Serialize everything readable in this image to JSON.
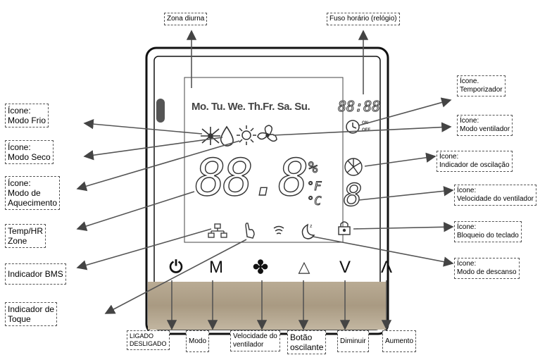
{
  "display": {
    "days": "Mo. Tu. We. Th.Fr. Sa. Su.",
    "clock": "88:88",
    "temp_digits": "88.8",
    "percent": "%",
    "fahrenheit": "°F",
    "celsius": "°C",
    "speed_digit": "8"
  },
  "buttons": {
    "power": "⏻",
    "mode": "M",
    "fan": "✤",
    "swing": "△",
    "down": "V",
    "up": "Λ"
  },
  "labels": {
    "zona_diurna": "Zona diurna",
    "fuso_horario": "Fuso horário (relógio)",
    "frio_1": "Ícone:",
    "frio_2": "Modo Frio",
    "seco_1": "Ícone:",
    "seco_2": "Modo Seco",
    "aquec_1": "Ícone:",
    "aquec_2": "Modo de",
    "aquec_3": "Aquecimento",
    "temphr_1": "Temp/HR",
    "temphr_2": "Zone",
    "bms": "Indicador BMS",
    "toque_1": "Indicador de",
    "toque_2": "Toque",
    "temporizador_1": "Ícone.",
    "temporizador_2": "Temporizador",
    "ventilador_1": "Ícone:",
    "ventilador_2": "Modo ventilador",
    "oscilacao_1": "Ícone:",
    "oscilacao_2": "Indicador de oscilação",
    "velocidade_1": "Ícone:",
    "velocidade_2": "Velocidade do ventilador",
    "bloqueio_1": "Ícone:",
    "bloqueio_2": "Bloqueio do teclado",
    "descanso_1": "Ícone:",
    "descanso_2": "Modo de descanso",
    "ligado_1": "LIGADO",
    "ligado_2": "DESLIGADO",
    "modo": "Modo",
    "velbtn_1": "Velocidade do",
    "velbtn_2": "ventilador",
    "botao_1": "Botão",
    "botao_2": "oscilante",
    "diminuir": "Diminuir",
    "aumento": "Aumento"
  }
}
